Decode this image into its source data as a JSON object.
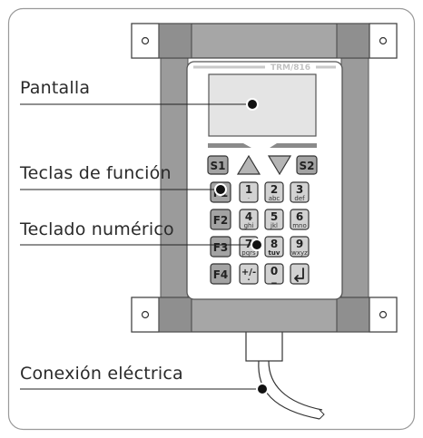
{
  "device": {
    "model_label": "TRM/816",
    "keys": {
      "s1": "S1",
      "s2": "S2",
      "f1": "F1",
      "f2": "F2",
      "f3": "F3",
      "f4": "F4",
      "k1": {
        "digit": "1",
        "letters": "·"
      },
      "k2": {
        "digit": "2",
        "letters": "abc"
      },
      "k3": {
        "digit": "3",
        "letters": "def"
      },
      "k4": {
        "digit": "4",
        "letters": "ghi"
      },
      "k5": {
        "digit": "5",
        "letters": "jkl"
      },
      "k6": {
        "digit": "6",
        "letters": "mno"
      },
      "k7": {
        "digit": "7",
        "letters": "pqrs"
      },
      "k8": {
        "digit": "8",
        "letters": "tuv"
      },
      "k9": {
        "digit": "9",
        "letters": "wxyz"
      },
      "kpm": {
        "digit": "+/-",
        "letters": "·"
      },
      "k0": {
        "digit": "0",
        "letters": "▁"
      }
    }
  },
  "callouts": {
    "pantalla": "Pantalla",
    "teclas_funcion": "Teclas de función",
    "teclado_numerico": "Teclado numérico",
    "conexion": "Conexión eléctrica"
  }
}
